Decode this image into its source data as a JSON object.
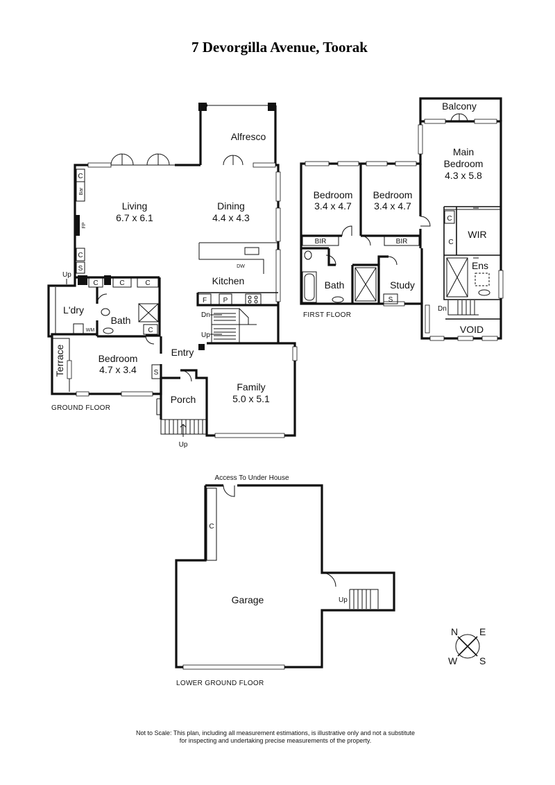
{
  "title": "7 Devorgilla Avenue, Toorak",
  "floors": {
    "ground": "GROUND FLOOR",
    "first": "FIRST FLOOR",
    "lower": "LOWER GROUND FLOOR"
  },
  "rooms": {
    "alfresco": "Alfresco",
    "living_name": "Living",
    "living_dim": "6.7 x 6.1",
    "dining_name": "Dining",
    "dining_dim": "4.4 x 4.3",
    "kitchen": "Kitchen",
    "laundry": "L'dry",
    "bath_ground": "Bath",
    "terrace": "Terrace",
    "bedroom_ground_name": "Bedroom",
    "bedroom_ground_dim": "4.7 x 3.4",
    "entry": "Entry",
    "porch": "Porch",
    "family_name": "Family",
    "family_dim": "5.0 x 5.1",
    "bedroom1_name": "Bedroom",
    "bedroom1_dim": "3.4 x 4.7",
    "bedroom2_name": "Bedroom",
    "bedroom2_dim": "3.4 x 4.7",
    "balcony": "Balcony",
    "main_bedroom_name1": "Main",
    "main_bedroom_name2": "Bedroom",
    "main_bedroom_dim": "4.3 x 5.8",
    "wir": "WIR",
    "ensuite": "Ens",
    "bath_first": "Bath",
    "study": "Study",
    "void": "VOID",
    "garage": "Garage",
    "access": "Access To Under House"
  },
  "labels": {
    "c": "C",
    "s": "S",
    "f": "F",
    "p": "P",
    "bar": "Bar",
    "fp": "FP",
    "dw": "DW",
    "wm": "WM",
    "bir": "BIR",
    "up": "Up",
    "dn": "Dn"
  },
  "compass": {
    "n": "N",
    "e": "E",
    "w": "W",
    "s": "S"
  },
  "disclaimer": {
    "line1": "Not to Scale: This plan, including all measurement estimations, is illustrative only and not a substitute",
    "line2": "for inspecting and undertaking precise measurements of the property."
  }
}
